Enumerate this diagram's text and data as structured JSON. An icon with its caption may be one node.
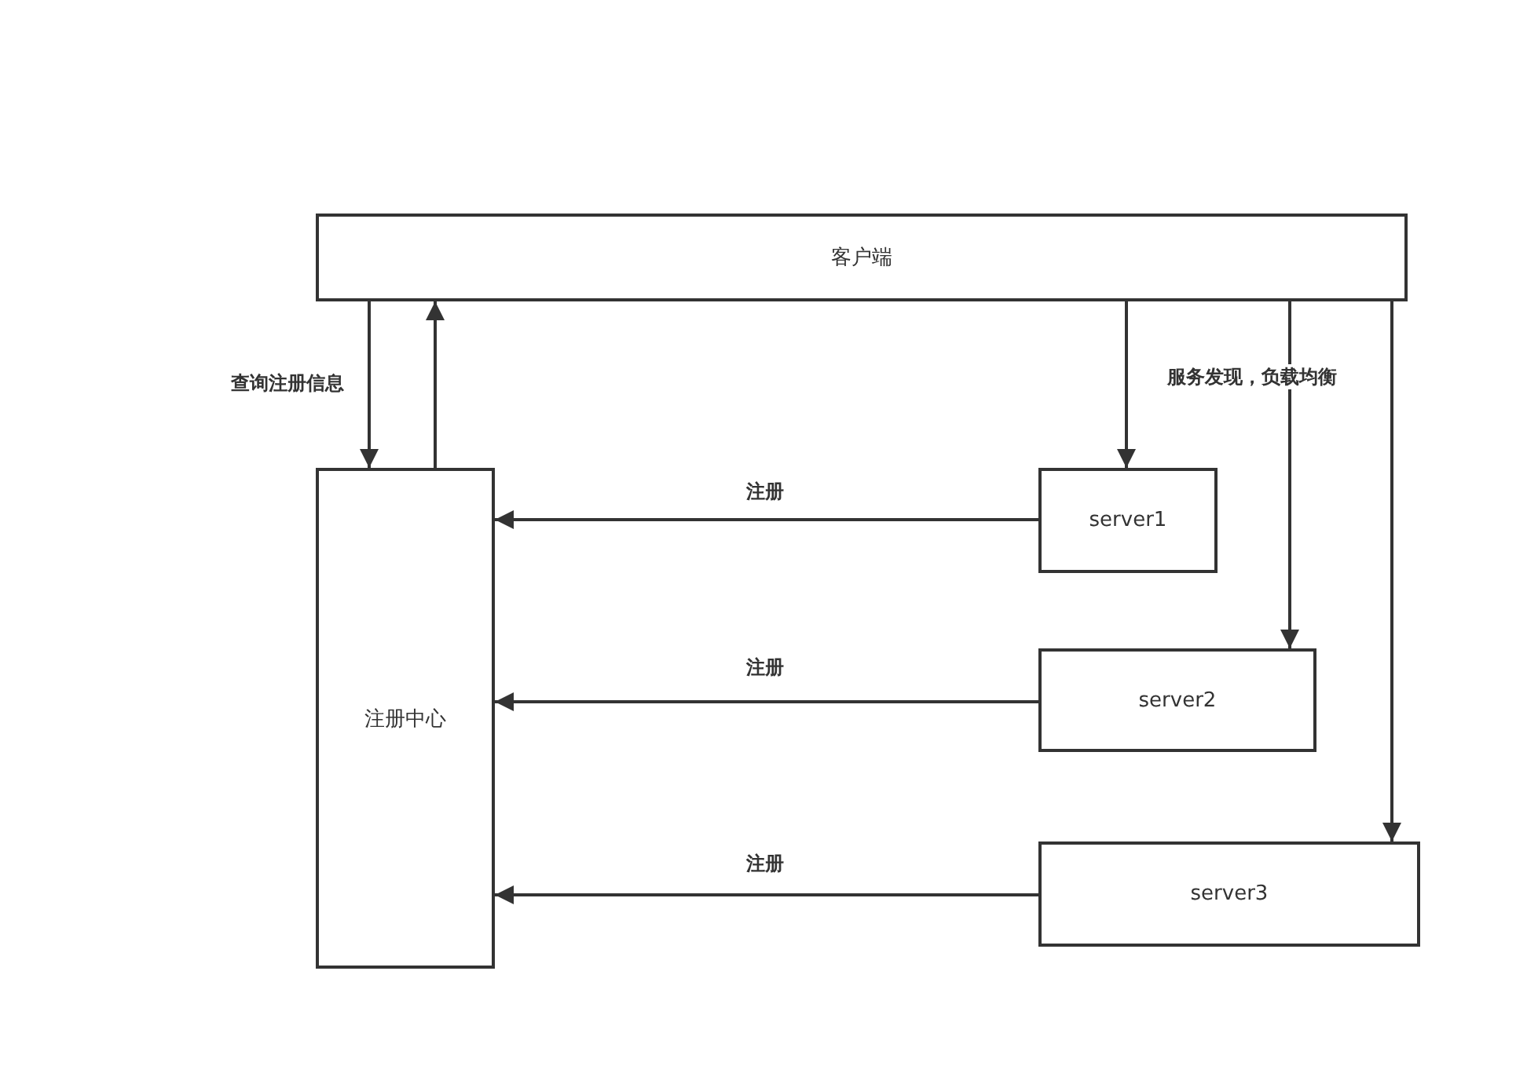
{
  "diagram": {
    "nodes": [
      {
        "text": [
          "客户端"
        ]
      },
      {
        "text": [
          "注册中心"
        ]
      },
      {
        "text": [
          "server1"
        ]
      },
      {
        "text": [
          "server2"
        ]
      },
      {
        "text": [
          "server3"
        ]
      }
    ],
    "edges": [
      {
        "from": 0,
        "to": 1,
        "arrow": "to",
        "label": "查询注册信息"
      },
      {
        "from": 1,
        "to": 0,
        "arrow": "to"
      },
      {
        "from": 0,
        "to": 2,
        "arrow": "to"
      },
      {
        "from": 0,
        "to": 3,
        "arrow": "to",
        "label": "服务发现，负载均衡"
      },
      {
        "from": 0,
        "to": 4,
        "arrow": "to"
      },
      {
        "from": 2,
        "to": 1,
        "arrow": "to",
        "label": "注册"
      },
      {
        "from": 3,
        "to": 1,
        "arrow": "to",
        "label": "注册"
      },
      {
        "from": 4,
        "to": 1,
        "arrow": "to",
        "label": "注册"
      }
    ]
  }
}
